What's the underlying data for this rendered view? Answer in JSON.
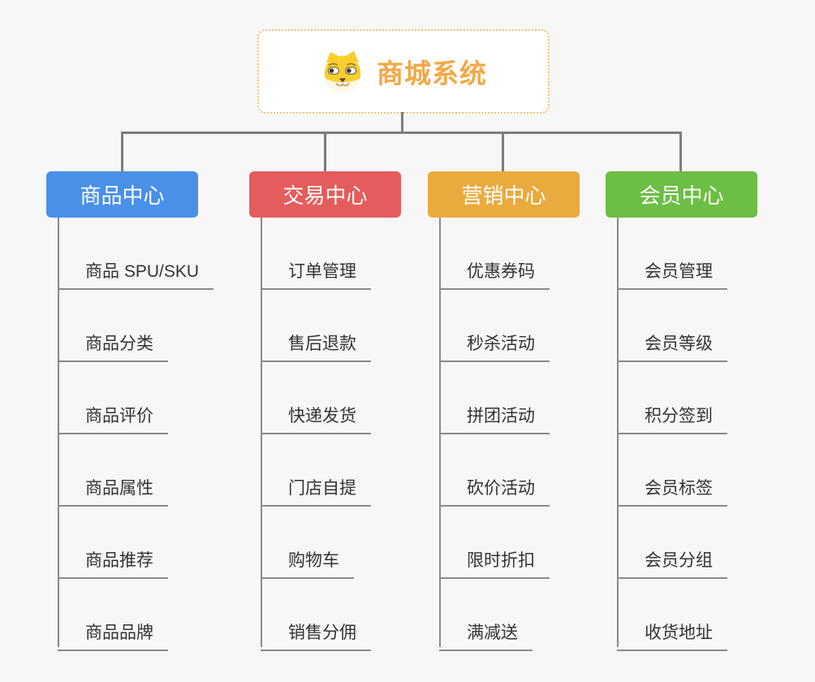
{
  "page": {
    "background_color": "#f7f7f7",
    "connector_color": "#7d7d7d",
    "leaf_line_color": "#8a8a8a"
  },
  "root": {
    "title": "商城系统",
    "icon": "dog-face-icon",
    "text_color": "#f2a846",
    "border_color": "#f2c174"
  },
  "branches": [
    {
      "key": "product-center",
      "label": "商品中心",
      "color": "#4a90e8",
      "children": [
        "商品 SPU/SKU",
        "商品分类",
        "商品评价",
        "商品属性",
        "商品推荐",
        "商品品牌"
      ]
    },
    {
      "key": "trade-center",
      "label": "交易中心",
      "color": "#e45c5c",
      "children": [
        "订单管理",
        "售后退款",
        "快递发货",
        "门店自提",
        "购物车",
        "销售分佣"
      ]
    },
    {
      "key": "marketing-center",
      "label": "营销中心",
      "color": "#eaaa3e",
      "children": [
        "优惠券码",
        "秒杀活动",
        "拼团活动",
        "砍价活动",
        "限时折扣",
        "满减送"
      ]
    },
    {
      "key": "member-center",
      "label": "会员中心",
      "color": "#6cbe44",
      "children": [
        "会员管理",
        "会员等级",
        "积分签到",
        "会员标签",
        "会员分组",
        "收货地址"
      ]
    }
  ],
  "layout": {
    "column_lefts": [
      57,
      307,
      527,
      746
    ],
    "drop_lefts": [
      149,
      399,
      618,
      837
    ]
  }
}
